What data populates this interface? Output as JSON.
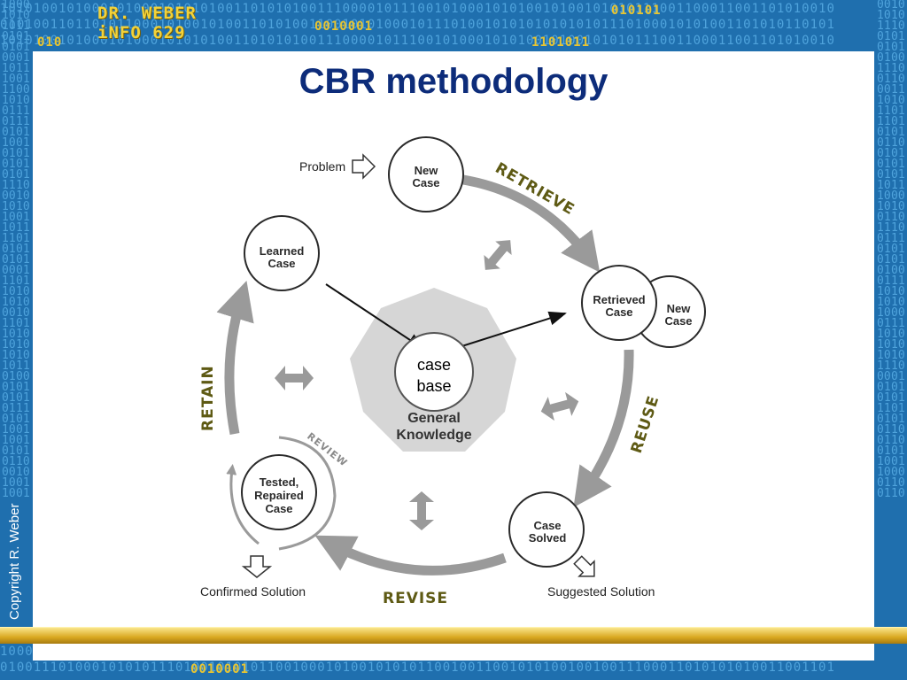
{
  "background": {
    "frame_color": "#1f6fae",
    "binary_color": "#4fa3dc",
    "accent_binary_color": "#e8c531",
    "top_binary": "1010100101000101000101010100110101010011100001011100101000101010010100101010111001100011001101010010",
    "top_binary_2": "0101001101101011000101001010011010100110010101000101110100101010101010101110100010101001101010110101",
    "bottom_binary": "1000101100101100101010100011001010110010101101010110100011101010100110101010101010101101001010010101",
    "bottom_binary_2": "0100111010001010101110100101010110010001010010101011001001100101010010010011100011010101010011001101",
    "left_binary": "1010100101001010111001010110010101110010101011010100111010001110101010010101010110100101001010",
    "right_binary": "0010110101011101001011110101010101101010011101010101011010100110101011000101110101010110100101",
    "yellow_fragments": [
      "010101",
      "0010001",
      "1101011",
      "010",
      "0010001",
      "010101"
    ]
  },
  "logo": {
    "line1": "DR. WEBER",
    "line2": "iNFO 629"
  },
  "title": "CBR methodology",
  "copyright": "Copyright R. Weber",
  "diagram": {
    "center": {
      "case_base_line1": "case",
      "case_base_line2": "base",
      "knowledge_line1": "General",
      "knowledge_line2": "Knowledge"
    },
    "nodes": {
      "new_case": [
        "New",
        "Case"
      ],
      "learned_case": [
        "Learned",
        "Case"
      ],
      "retrieved_case": [
        "Retrieved",
        "Case"
      ],
      "retrieved_new_case": [
        "New",
        "Case"
      ],
      "case_solved": [
        "Case",
        "Solved"
      ],
      "tested_case": [
        "Tested,",
        "Repaired",
        "Case"
      ]
    },
    "phases": {
      "retrieve": "RETRIEVE",
      "reuse": "REUSE",
      "revise": "REVISE",
      "retain": "RETAIN",
      "review": "REVIEW"
    },
    "labels": {
      "problem": "Problem",
      "confirmed_solution": "Confirmed Solution",
      "suggested_solution": "Suggested Solution"
    }
  }
}
